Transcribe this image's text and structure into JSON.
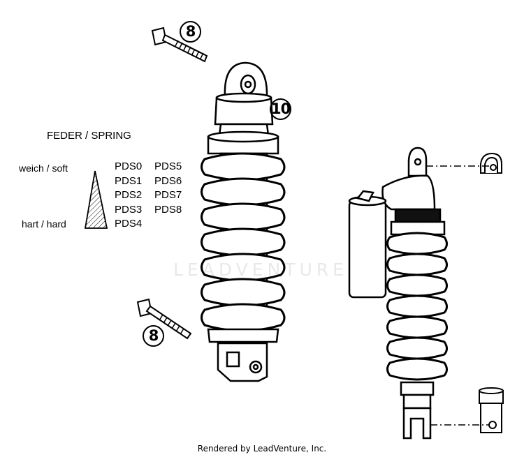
{
  "spring": {
    "title": "FEDER / SPRING",
    "soft_label": "weich / soft",
    "hard_label": "hart / hard",
    "pds_col1": [
      "PDS0",
      "PDS1",
      "PDS2",
      "PDS3",
      "PDS4"
    ],
    "pds_col2": [
      "PDS5",
      "PDS6",
      "PDS7",
      "PDS8"
    ]
  },
  "callouts": {
    "bolt_top": "8",
    "shock_top": "10",
    "bolt_bottom": "8"
  },
  "watermark": "LEADVENTURE",
  "footer": "Rendered by LeadVenture, Inc."
}
